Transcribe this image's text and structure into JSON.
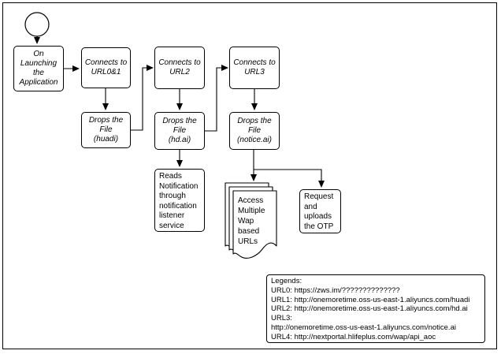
{
  "flowchart": {
    "start_symbol": "circle",
    "nodes": {
      "launch": {
        "label": "On\nLaunching\nthe\nApplication"
      },
      "url01": {
        "label": "Connects to\nURL0&1"
      },
      "url2": {
        "label": "Connects to\nURL2"
      },
      "url3": {
        "label": "Connects to\nURL3"
      },
      "huadi": {
        "label": "Drops the\nFile\n(huadi)"
      },
      "hdai": {
        "label": "Drops the\nFile\n(hd.ai)"
      },
      "notice": {
        "label": "Drops the\nFile\n(notice.ai)"
      },
      "reads": {
        "label": "Reads\nNotification\nthrough\nnotification\nlistener\nservice"
      },
      "wap": {
        "label": "Access\nMultiple\nWap\nbased\nURLs"
      },
      "otp": {
        "label": "Request\nand\nuploads\nthe OTP"
      }
    },
    "legend": {
      "lines": [
        "Legends:",
        "URL0: https://zws.im/??????????????",
        "URL1: http://onemoretime.oss-us-east-1.aliyuncs.com/huadi",
        "URL2: http://onemoretime.oss-us-east-1.aliyuncs.com/hd.ai",
        "URL3:",
        "http://onemoretime.oss-us-east-1.aliyuncs.com/notice.ai",
        "URL4: http://nextportal.hlifeplus.com/wap/api_aoc"
      ]
    },
    "colors": {
      "stroke": "#000000",
      "background": "#ffffff"
    }
  }
}
